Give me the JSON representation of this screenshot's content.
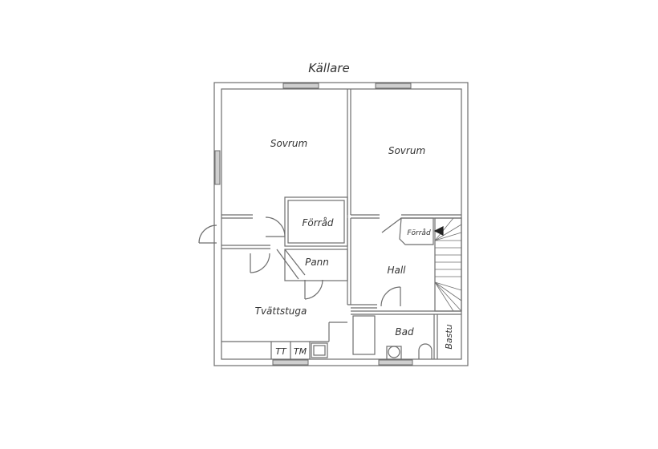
{
  "plan": {
    "title": "Källare",
    "rooms": [
      {
        "id": "sovrum-1",
        "label": "Sovrum"
      },
      {
        "id": "sovrum-2",
        "label": "Sovrum"
      },
      {
        "id": "forrad-1",
        "label": "Förråd"
      },
      {
        "id": "forrad-2",
        "label": "Förråd"
      },
      {
        "id": "pann",
        "label": "Pann"
      },
      {
        "id": "hall",
        "label": "Hall"
      },
      {
        "id": "tvattstuga",
        "label": "Tvättstuga"
      },
      {
        "id": "bad",
        "label": "Bad"
      },
      {
        "id": "bastu",
        "label": "Bastu"
      }
    ],
    "appliances": [
      {
        "id": "tt",
        "label": "TT"
      },
      {
        "id": "tm",
        "label": "TM"
      }
    ],
    "colors": {
      "wall": "#6e6e6e",
      "window_fill": "#cfcfcf",
      "text": "#333333",
      "background": "#ffffff"
    }
  }
}
